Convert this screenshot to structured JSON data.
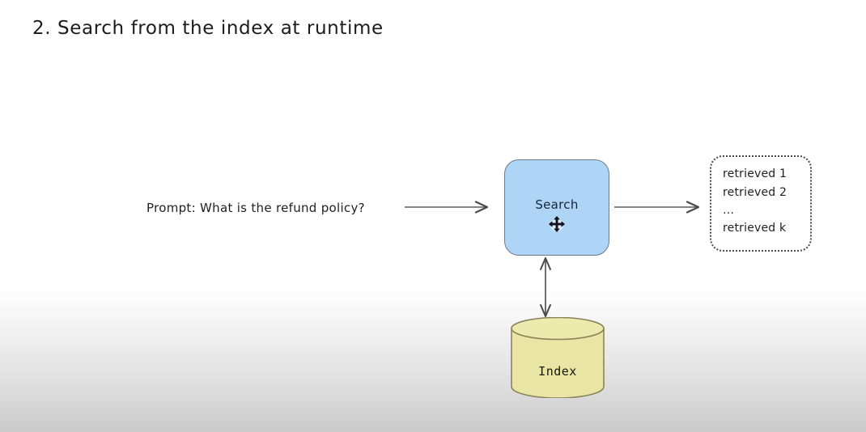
{
  "slide": {
    "title": "2. Search from the index at runtime",
    "background_top_color": "#ffffff",
    "background_bottom_color": "#cacaca"
  },
  "diagram": {
    "prompt": {
      "text": "Prompt: What is the refund policy?"
    },
    "search_node": {
      "label": "Search",
      "fill_color": "#aed5f5",
      "border_color": "#6f7b87",
      "cursor_icon": "move-cursor-icon"
    },
    "retrieved_node": {
      "lines": [
        "retrieved 1",
        "retrieved 2",
        "…",
        "retrieved k"
      ],
      "border_style": "dotted",
      "border_color": "#4a4a4a"
    },
    "index_node": {
      "label": "Index",
      "fill_color": "#e9e5a5",
      "border_color": "#8a8458",
      "shape": "cylinder"
    },
    "connectors": [
      {
        "name": "prompt-to-search",
        "direction": "right",
        "arrowheads": 1
      },
      {
        "name": "search-to-retrieved",
        "direction": "right",
        "arrowheads": 1
      },
      {
        "name": "search-to-index",
        "direction": "vertical",
        "arrowheads": 2
      }
    ]
  }
}
